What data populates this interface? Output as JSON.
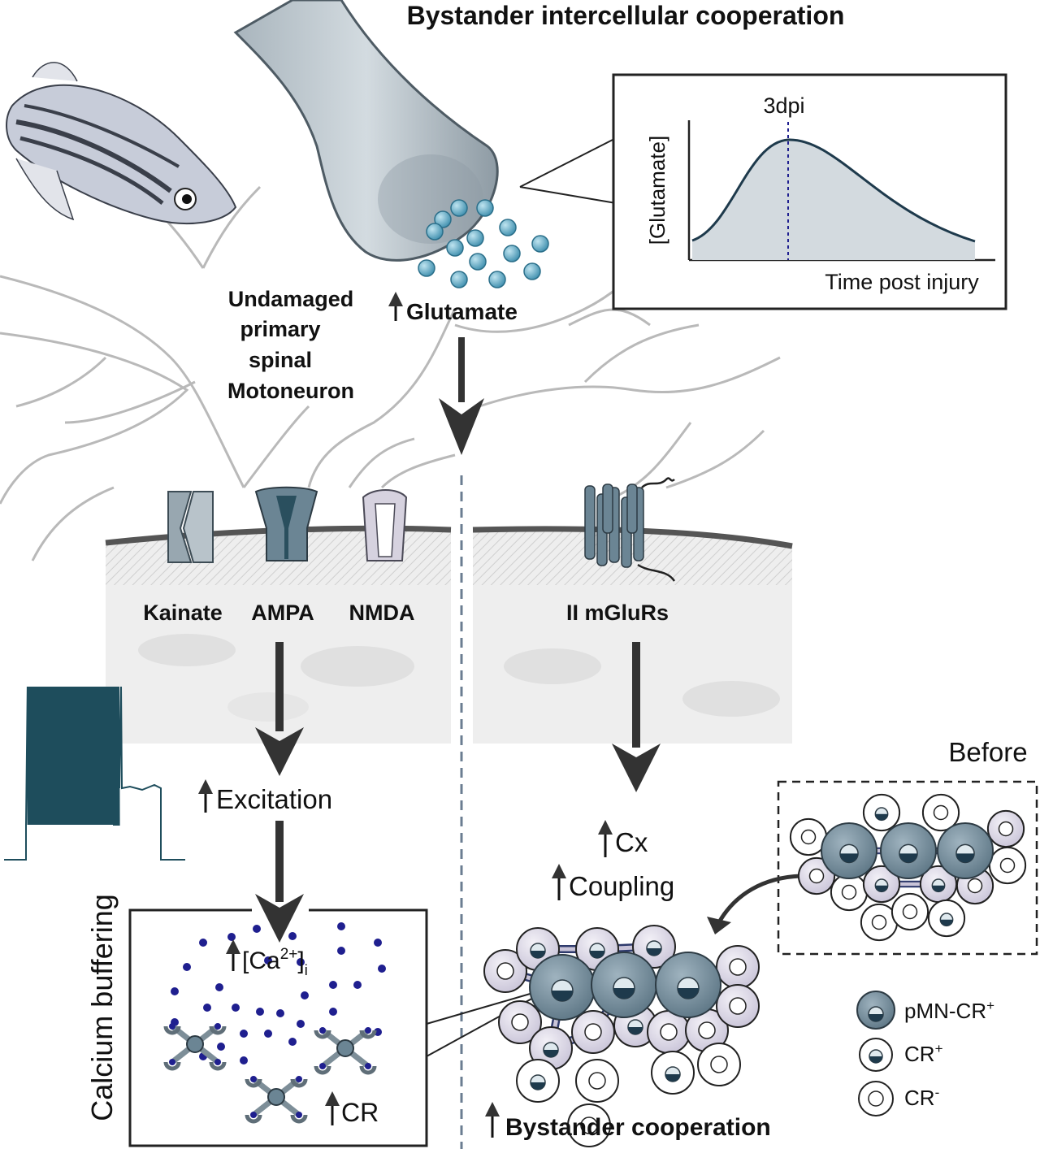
{
  "title": "Bystander intercellular cooperation",
  "neuron_label": [
    "Undamaged",
    "primary",
    "spinal",
    "Motoneuron"
  ],
  "glutamate_label": "Glutamate",
  "inset_plot": {
    "peak_label": "3dpi",
    "ylabel": "[Glutamate]",
    "xlabel": "Time post injury"
  },
  "receptors": {
    "kainate": "Kainate",
    "ampa": "AMPA",
    "nmda": "NMDA",
    "mglur": "II mGluRs"
  },
  "left_branch": {
    "excitation": "Excitation",
    "calcium_box_label": "Calcium buffering",
    "ca_prefix": "[Ca",
    "ca_superscript": "2+",
    "ca_close": "]",
    "ca_subscript": "i",
    "cr": "CR"
  },
  "right_branch": {
    "cx": "Cx",
    "coupling": "Coupling",
    "bystander": "Bystander cooperation",
    "before": "Before"
  },
  "legend": [
    {
      "label": "pMN-CR",
      "sup": "+"
    },
    {
      "label": "CR",
      "sup": "+"
    },
    {
      "label": "CR",
      "sup": "-"
    }
  ],
  "colors": {
    "cell_dark": "#6b8594",
    "cell_light": "#d8d4e2",
    "vesicle": "#5fa9c4",
    "trace": "#1e4d5c",
    "calcium_dot": "#1f1f8f",
    "arrow": "#333333"
  }
}
